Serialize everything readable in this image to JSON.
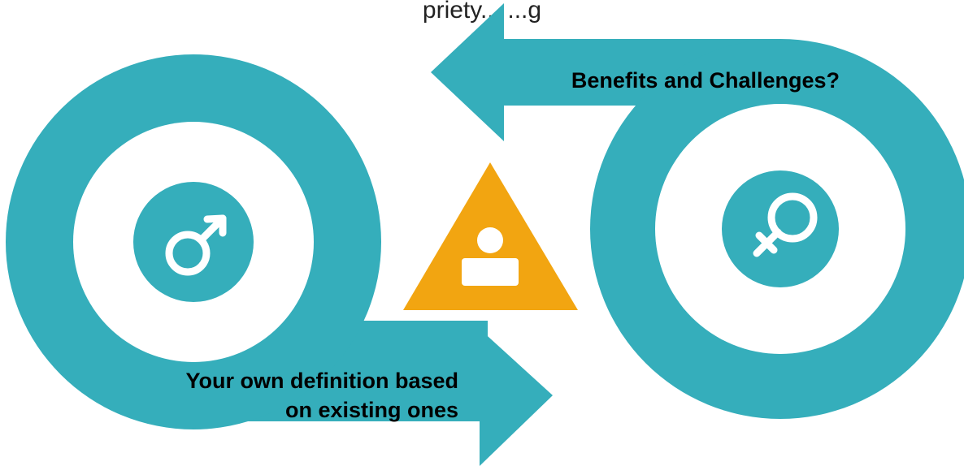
{
  "top_text_fragment": "priety... ...g",
  "labels": {
    "benefits": "Benefits and Challenges?",
    "definition_line1": "Your own definition based",
    "definition_line2": "on existing ones"
  },
  "icons": {
    "left": "male-symbol-icon",
    "center": "person-icon",
    "right": "female-symbol-icon"
  },
  "colors": {
    "teal": "#35aebb",
    "orange": "#f2a511",
    "white": "#ffffff",
    "text": "#000000"
  }
}
